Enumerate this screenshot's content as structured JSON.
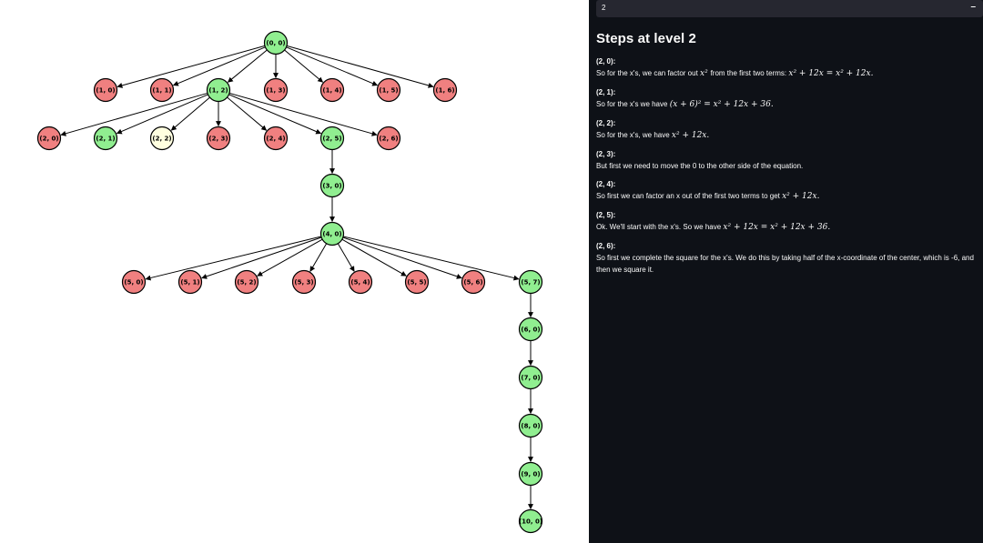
{
  "tree": {
    "edges": [
      [
        "(0, 0)",
        "(1, 0)"
      ],
      [
        "(0, 0)",
        "(1, 1)"
      ],
      [
        "(0, 0)",
        "(1, 2)"
      ],
      [
        "(0, 0)",
        "(1, 3)"
      ],
      [
        "(0, 0)",
        "(1, 4)"
      ],
      [
        "(0, 0)",
        "(1, 5)"
      ],
      [
        "(0, 0)",
        "(1, 6)"
      ],
      [
        "(1, 2)",
        "(2, 0)"
      ],
      [
        "(1, 2)",
        "(2, 1)"
      ],
      [
        "(1, 2)",
        "(2, 2)"
      ],
      [
        "(1, 2)",
        "(2, 3)"
      ],
      [
        "(1, 2)",
        "(2, 4)"
      ],
      [
        "(1, 2)",
        "(2, 5)"
      ],
      [
        "(1, 2)",
        "(2, 6)"
      ],
      [
        "(2, 5)",
        "(3, 0)"
      ],
      [
        "(3, 0)",
        "(4, 0)"
      ],
      [
        "(4, 0)",
        "(5, 0)"
      ],
      [
        "(4, 0)",
        "(5, 1)"
      ],
      [
        "(4, 0)",
        "(5, 2)"
      ],
      [
        "(4, 0)",
        "(5, 3)"
      ],
      [
        "(4, 0)",
        "(5, 4)"
      ],
      [
        "(4, 0)",
        "(5, 5)"
      ],
      [
        "(4, 0)",
        "(5, 6)"
      ],
      [
        "(4, 0)",
        "(5, 7)"
      ],
      [
        "(5, 7)",
        "(6, 0)"
      ],
      [
        "(6, 0)",
        "(7, 0)"
      ],
      [
        "(7, 0)",
        "(8, 0)"
      ],
      [
        "(8, 0)",
        "(9, 0)"
      ],
      [
        "(9, 0)",
        "(10, 0)"
      ]
    ],
    "nodes": [
      {
        "label": "(0, 0)",
        "status": "green"
      },
      {
        "label": "(1, 0)",
        "status": "red"
      },
      {
        "label": "(1, 1)",
        "status": "red"
      },
      {
        "label": "(1, 2)",
        "status": "green"
      },
      {
        "label": "(1, 3)",
        "status": "red"
      },
      {
        "label": "(1, 4)",
        "status": "red"
      },
      {
        "label": "(1, 5)",
        "status": "red"
      },
      {
        "label": "(1, 6)",
        "status": "red"
      },
      {
        "label": "(2, 0)",
        "status": "red"
      },
      {
        "label": "(2, 1)",
        "status": "green"
      },
      {
        "label": "(2, 2)",
        "status": "yellow"
      },
      {
        "label": "(2, 3)",
        "status": "red"
      },
      {
        "label": "(2, 4)",
        "status": "red"
      },
      {
        "label": "(2, 5)",
        "status": "green"
      },
      {
        "label": "(2, 6)",
        "status": "red"
      },
      {
        "label": "(3, 0)",
        "status": "green"
      },
      {
        "label": "(4, 0)",
        "status": "green"
      },
      {
        "label": "(5, 0)",
        "status": "red"
      },
      {
        "label": "(5, 1)",
        "status": "red"
      },
      {
        "label": "(5, 2)",
        "status": "red"
      },
      {
        "label": "(5, 3)",
        "status": "red"
      },
      {
        "label": "(5, 4)",
        "status": "red"
      },
      {
        "label": "(5, 5)",
        "status": "red"
      },
      {
        "label": "(5, 6)",
        "status": "red"
      },
      {
        "label": "(5, 7)",
        "status": "green"
      },
      {
        "label": "(6, 0)",
        "status": "green"
      },
      {
        "label": "(7, 0)",
        "status": "green"
      },
      {
        "label": "(8, 0)",
        "status": "green"
      },
      {
        "label": "(9, 0)",
        "status": "green"
      },
      {
        "label": "(10, 0)",
        "status": "green"
      }
    ],
    "colors": {
      "green": "#90ee90",
      "red": "#f08080",
      "yellow": "#ffffe0"
    }
  },
  "panel": {
    "level_value": "2",
    "collapse_glyph": "–",
    "title": "Steps at level 2",
    "steps": [
      {
        "id": "(2, 0):",
        "text_before": "So for the x's, we can factor out ",
        "math1": "x² ",
        "text_middle": "from the first two terms: ",
        "math2": "x² + 12x = x² + 12x.",
        "text_after": ""
      },
      {
        "id": "(2, 1):",
        "text_before": "So for the x's we have ",
        "math1": "(x + 6)² = x² + 12x + 36.",
        "text_middle": "",
        "math2": "",
        "text_after": ""
      },
      {
        "id": "(2, 2):",
        "text_before": "So for the x's, we have ",
        "math1": "x² + 12x.",
        "text_middle": "",
        "math2": "",
        "text_after": ""
      },
      {
        "id": "(2, 3):",
        "text_before": "But first we need to move the 0 to the other side of the equation.",
        "math1": "",
        "text_middle": "",
        "math2": "",
        "text_after": ""
      },
      {
        "id": "(2, 4):",
        "text_before": "So first we can factor an x out of the first two terms to get ",
        "math1": "x² + 12x.",
        "text_middle": "",
        "math2": "",
        "text_after": ""
      },
      {
        "id": "(2, 5):",
        "text_before": "Ok. We'll start with the x's. So we have ",
        "math1": "x² + 12x = x² + 12x + 36.",
        "text_middle": "",
        "math2": "",
        "text_after": ""
      },
      {
        "id": "(2, 6):",
        "text_before": "So first we complete the square for the x's. We do this by taking half of the x-coordinate of the center, which is -6, and then we square it.",
        "math1": "",
        "text_middle": "",
        "math2": "",
        "text_after": ""
      }
    ]
  }
}
